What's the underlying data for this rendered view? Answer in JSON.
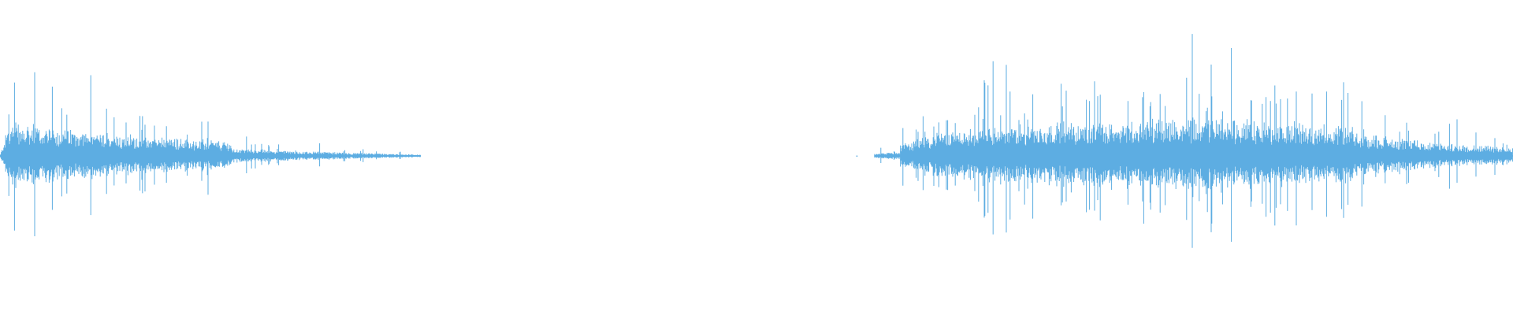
{
  "waveform": {
    "color": "#5DADE2",
    "background": "#ffffff",
    "duration_fraction_segments": [
      {
        "name": "segment-1",
        "start": 0.0,
        "end": 0.278,
        "peak": 0.72,
        "decay": "fade-out"
      },
      {
        "name": "segment-2",
        "start": 0.578,
        "end": 1.0,
        "peak": 0.85,
        "decay": "swell"
      }
    ]
  }
}
